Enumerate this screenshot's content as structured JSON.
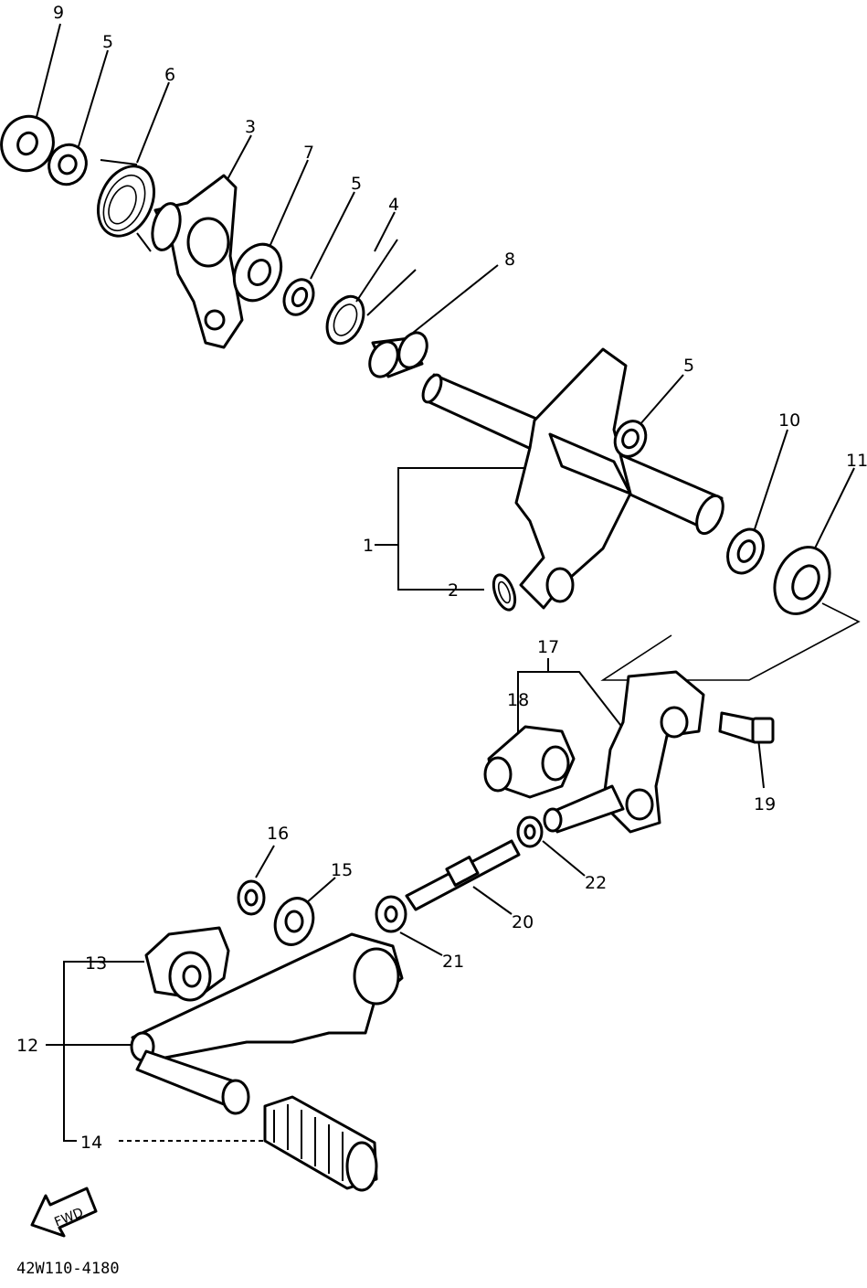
{
  "callouts": [
    "9",
    "5",
    "6",
    "3",
    "7",
    "5",
    "4",
    "8",
    "5",
    "10",
    "11",
    "1",
    "2",
    "17",
    "18",
    "19",
    "16",
    "15",
    "20",
    "21",
    "22",
    "13",
    "12",
    "14"
  ],
  "fwd_label": "FWD",
  "diagram_code": "42W110-4180"
}
